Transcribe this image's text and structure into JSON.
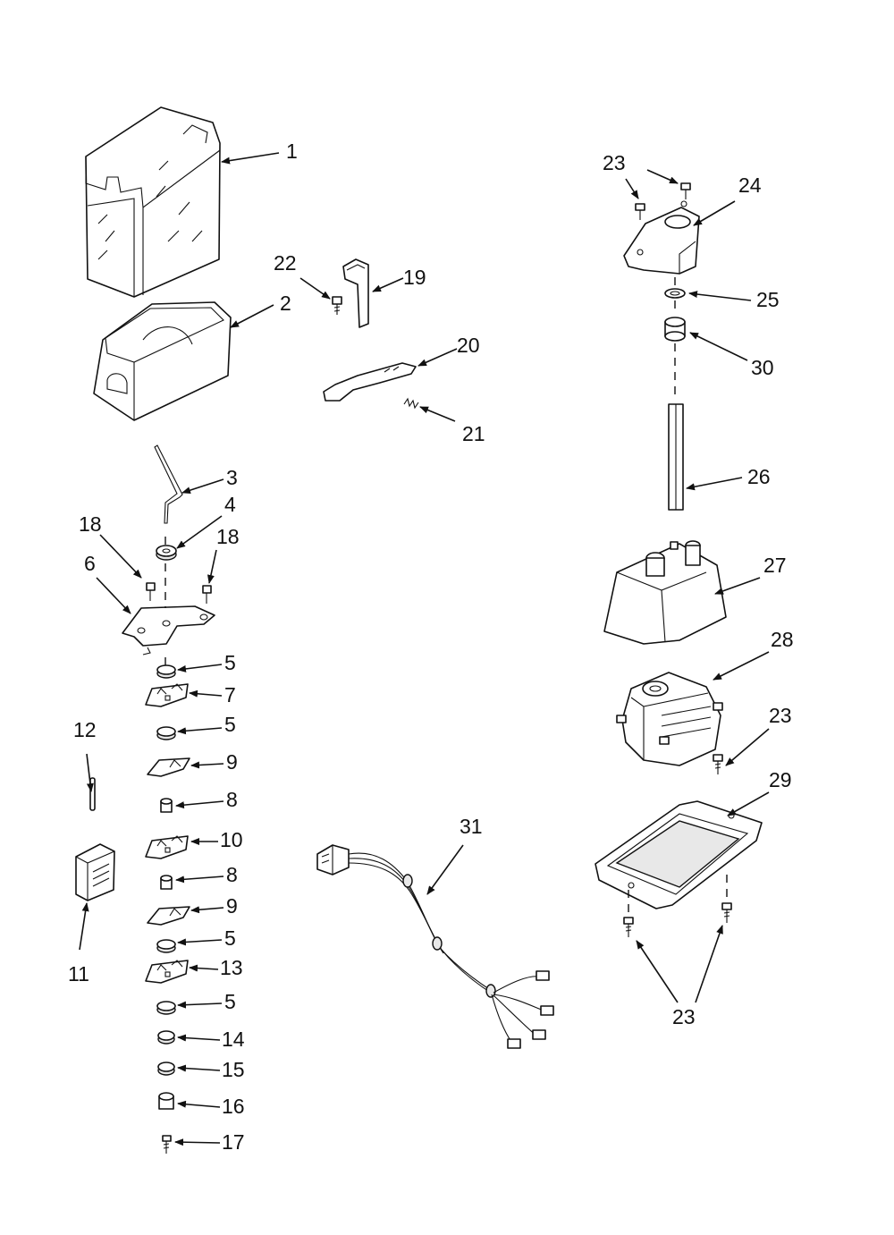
{
  "diagram": {
    "callouts": [
      {
        "id": "c-1",
        "text": "1"
      },
      {
        "id": "c-2",
        "text": "2"
      },
      {
        "id": "c-3",
        "text": "3"
      },
      {
        "id": "c-4",
        "text": "4"
      },
      {
        "id": "c-18a",
        "text": "18"
      },
      {
        "id": "c-18b",
        "text": "18"
      },
      {
        "id": "c-6",
        "text": "6"
      },
      {
        "id": "c-5a",
        "text": "5"
      },
      {
        "id": "c-7",
        "text": "7"
      },
      {
        "id": "c-5b",
        "text": "5"
      },
      {
        "id": "c-9a",
        "text": "9"
      },
      {
        "id": "c-8a",
        "text": "8"
      },
      {
        "id": "c-10",
        "text": "10"
      },
      {
        "id": "c-8b",
        "text": "8"
      },
      {
        "id": "c-9b",
        "text": "9"
      },
      {
        "id": "c-5c",
        "text": "5"
      },
      {
        "id": "c-13",
        "text": "13"
      },
      {
        "id": "c-5d",
        "text": "5"
      },
      {
        "id": "c-14",
        "text": "14"
      },
      {
        "id": "c-15",
        "text": "15"
      },
      {
        "id": "c-16",
        "text": "16"
      },
      {
        "id": "c-17",
        "text": "17"
      },
      {
        "id": "c-12",
        "text": "12"
      },
      {
        "id": "c-11",
        "text": "11"
      },
      {
        "id": "c-22",
        "text": "22"
      },
      {
        "id": "c-19",
        "text": "19"
      },
      {
        "id": "c-20",
        "text": "20"
      },
      {
        "id": "c-21",
        "text": "21"
      },
      {
        "id": "c-31",
        "text": "31"
      },
      {
        "id": "c-23a",
        "text": "23"
      },
      {
        "id": "c-24",
        "text": "24"
      },
      {
        "id": "c-25",
        "text": "25"
      },
      {
        "id": "c-30",
        "text": "30"
      },
      {
        "id": "c-26",
        "text": "26"
      },
      {
        "id": "c-27",
        "text": "27"
      },
      {
        "id": "c-28",
        "text": "28"
      },
      {
        "id": "c-23b",
        "text": "23"
      },
      {
        "id": "c-29",
        "text": "29"
      },
      {
        "id": "c-23c",
        "text": "23"
      }
    ]
  }
}
